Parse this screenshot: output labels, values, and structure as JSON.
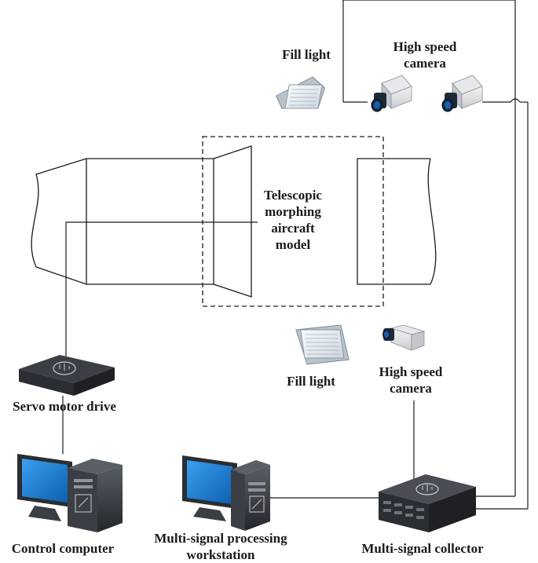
{
  "labels": {
    "fill_light_top": "Fill light",
    "camera_top": [
      "High speed",
      "camera"
    ],
    "model": [
      "Telescopic",
      "morphing",
      "aircraft",
      "model"
    ],
    "fill_light_bottom": "Fill light",
    "camera_bottom": [
      "High speed",
      "camera"
    ],
    "servo": "Servo motor drive",
    "control_computer": "Control computer",
    "workstation": [
      "Multi-signal processing",
      "workstation"
    ],
    "collector": "Multi-signal collector"
  },
  "colors": {
    "line": "#1a1a1a",
    "device_dark": "#2c2f33",
    "device_mid": "#4a4e54",
    "screen_blue": "#1f7fd1",
    "lens_blue": "#1b5fa8",
    "light_panel": "#e9eef3"
  },
  "icons": [
    "fill-light-icon",
    "high-speed-camera-icon",
    "servo-motor-drive-icon",
    "desktop-computer-icon",
    "signal-collector-icon"
  ]
}
